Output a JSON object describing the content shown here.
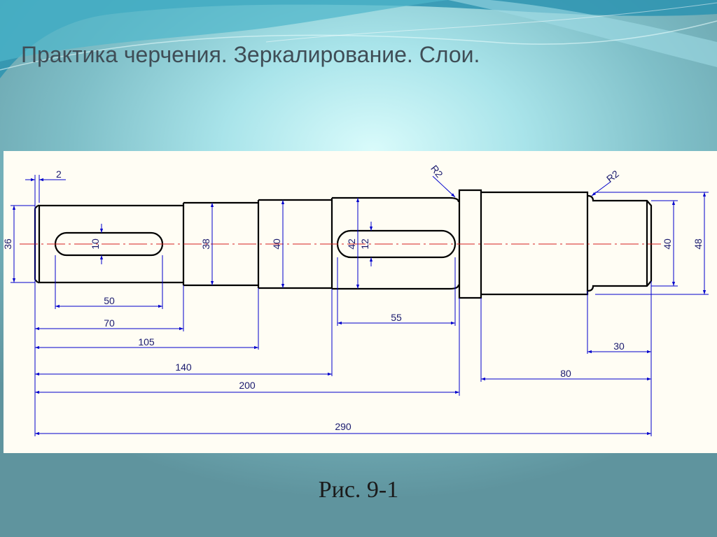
{
  "slide": {
    "title": "Практика черчения.  Зеркалирование. Слои.",
    "caption": "Рис. 9-1"
  },
  "drawing": {
    "colors": {
      "outline": "#000000",
      "dimension": "#0000cc",
      "dimension_text": "#1a1a6e",
      "centerline": "#d42020",
      "panel": "#fffdf4"
    },
    "dimensions": {
      "chamfer": "2",
      "d_left": "36",
      "key_left_w": "10",
      "d_2": "38",
      "d_3": "40",
      "d_4": "42",
      "key_right_w": "12",
      "d_right": "40",
      "d_collar": "48",
      "r_left": "R2",
      "r_right": "R2",
      "len_key_left": "50",
      "len_70": "70",
      "len_105": "105",
      "len_140": "140",
      "len_200": "200",
      "len_total": "290",
      "len_key_right": "55",
      "len_30": "30",
      "len_80": "80"
    }
  }
}
